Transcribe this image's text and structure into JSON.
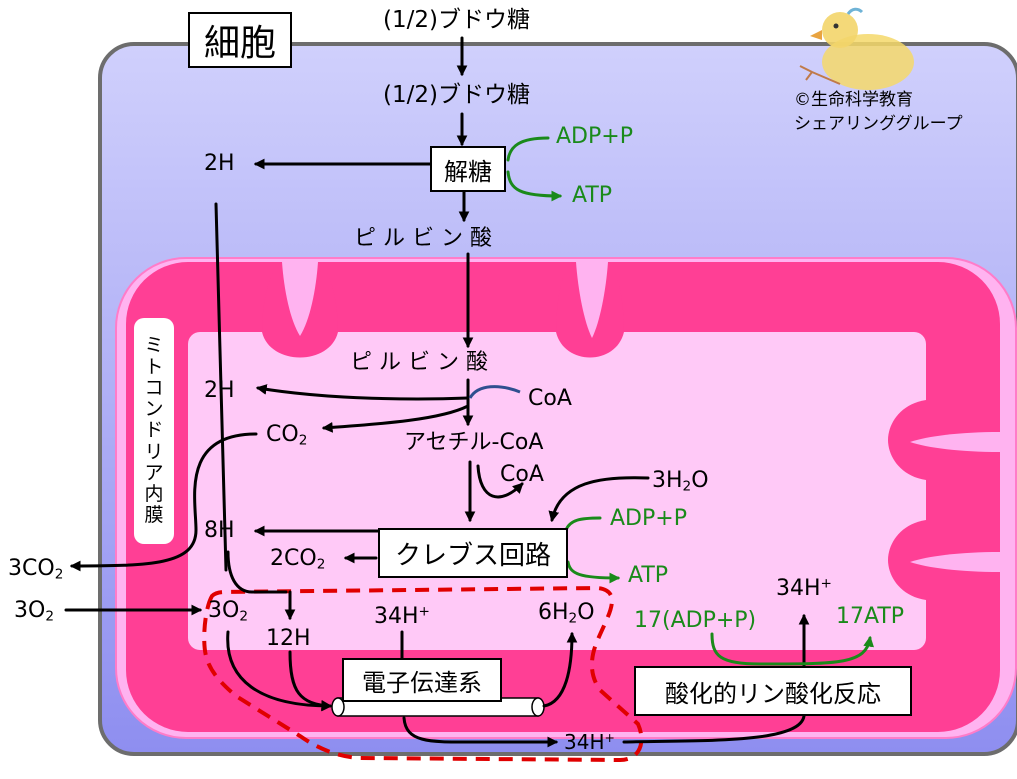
{
  "title": "細胞",
  "credit": {
    "line1": "©生命科学教育",
    "line2": "シェアリンググループ"
  },
  "membrane_label": [
    "ミ",
    "ト",
    "コ",
    "ン",
    "ド",
    "リ",
    "ア",
    "内",
    "膜"
  ],
  "boxes": {
    "glycolysis": "解糖",
    "krebs": "クレブス回路",
    "etc": "電子伝達系",
    "oxphos": "酸化的リン酸化反応"
  },
  "labels": {
    "glucose_top": "(1/2)ブドウ糖",
    "glucose_cell": "(1/2)ブドウ糖",
    "h_glycolysis": "2H",
    "adp_p_1": "ADP+P",
    "atp_1": "ATP",
    "pyruvate_cyto": "ピ ル ビ ン 酸",
    "pyruvate_mito": "ピ ル ビ ン 酸",
    "h_pyruvate": "2H",
    "coa_in": "CoA",
    "acetyl_coa": "アセチル-CoA",
    "co2_1_base": "CO",
    "co2_1_sub": "2",
    "coa_out": "CoA",
    "h2o_coef": "3H",
    "h2o_sub": "2",
    "h2o_o": "O",
    "adp_p_2": "ADP+P",
    "h_krebs": "8H",
    "co2_2_base": "2CO",
    "co2_2_sub": "2",
    "atp_2": "ATP",
    "co2_out_base": "3CO",
    "co2_out_sub": "2",
    "o2_in_base": "3O",
    "o2_in_sub": "2",
    "o2_mito_base": "3O",
    "o2_mito_sub": "2",
    "h12": "12H",
    "h34_top_base": "34H",
    "h34_top_sup": "+",
    "h2o_out_coef": "6H",
    "h2o_out_sub": "2",
    "h2o_out_o": "O",
    "h34_right_base": "34H",
    "h34_right_sup": "+",
    "adp_p_17": "17(ADP+P)",
    "atp_17": "17ATP",
    "h34_bottom_base": "34H",
    "h34_bottom_sup": "+"
  },
  "colors": {
    "cell_fill_top": "#c9c9fb",
    "cell_fill_bottom": "#8f8ff0",
    "cell_border": "#6d6d6d",
    "mito_outer": "#ffb3f0",
    "mito_membrane": "#ff3f95",
    "mito_matrix": "#ffc9f7",
    "arrow_black": "#000000",
    "arrow_green": "#1a8a1a",
    "coa_curve": "#2f4f8f",
    "dashed_red": "#e00000"
  }
}
